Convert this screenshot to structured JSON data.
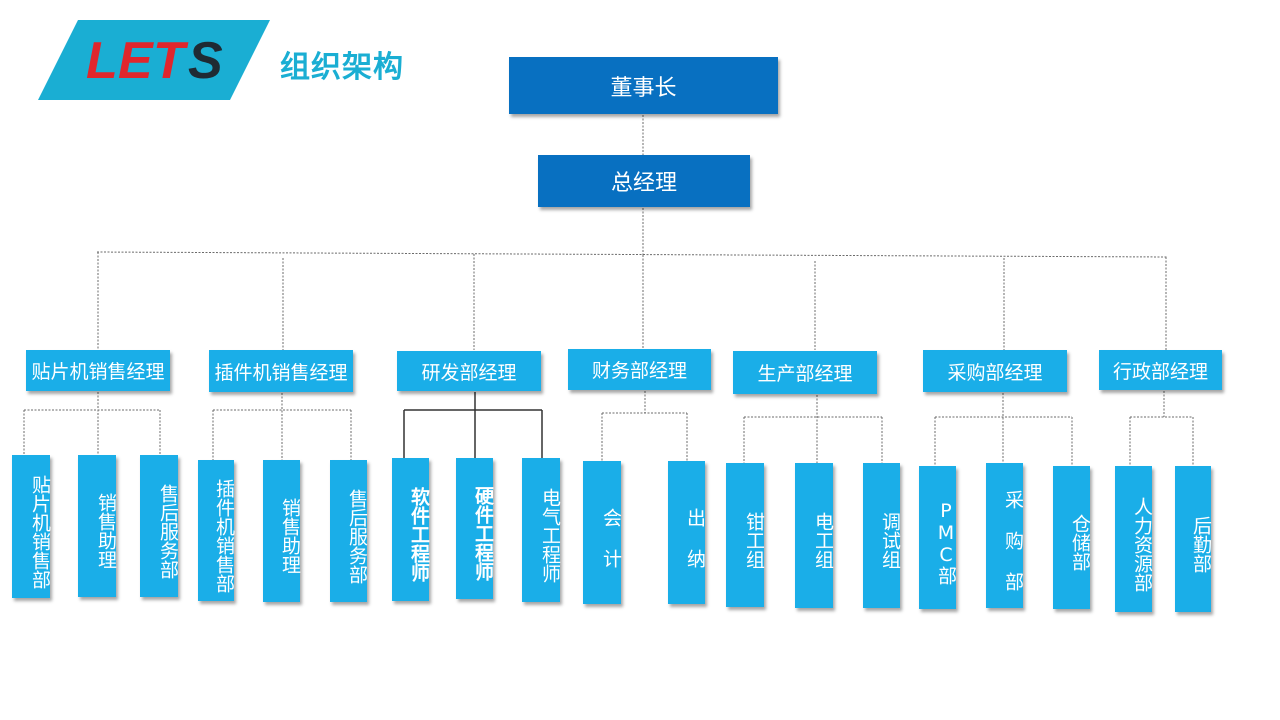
{
  "header": {
    "logo_text": "LETS",
    "title": "组织架构"
  },
  "colors": {
    "top_box": "#0870c1",
    "box": "#1aaee8",
    "title": "#1aaed3",
    "logo_red": "#e0262c",
    "logo_bg": "#1aaed3"
  },
  "chairman": "董事长",
  "general_manager": "总经理",
  "managers": [
    "贴片机销售经理",
    "插件机销售经理",
    "研发部经理",
    "财务部经理",
    "生产部经理",
    "采购部经理",
    "行政部经理"
  ],
  "staff": [
    "贴片机销售部",
    "销售助理",
    "售后服务部",
    "插件机销售部",
    "销售助理",
    "售后服务部",
    "软件工程师",
    "硬件工程师",
    "电气工程师",
    "会 计",
    "出 纳",
    "钳工组",
    "电工组",
    "调试组",
    "PMC部",
    "采 购 部",
    "仓储部",
    "人力资源部",
    "后勤部"
  ]
}
